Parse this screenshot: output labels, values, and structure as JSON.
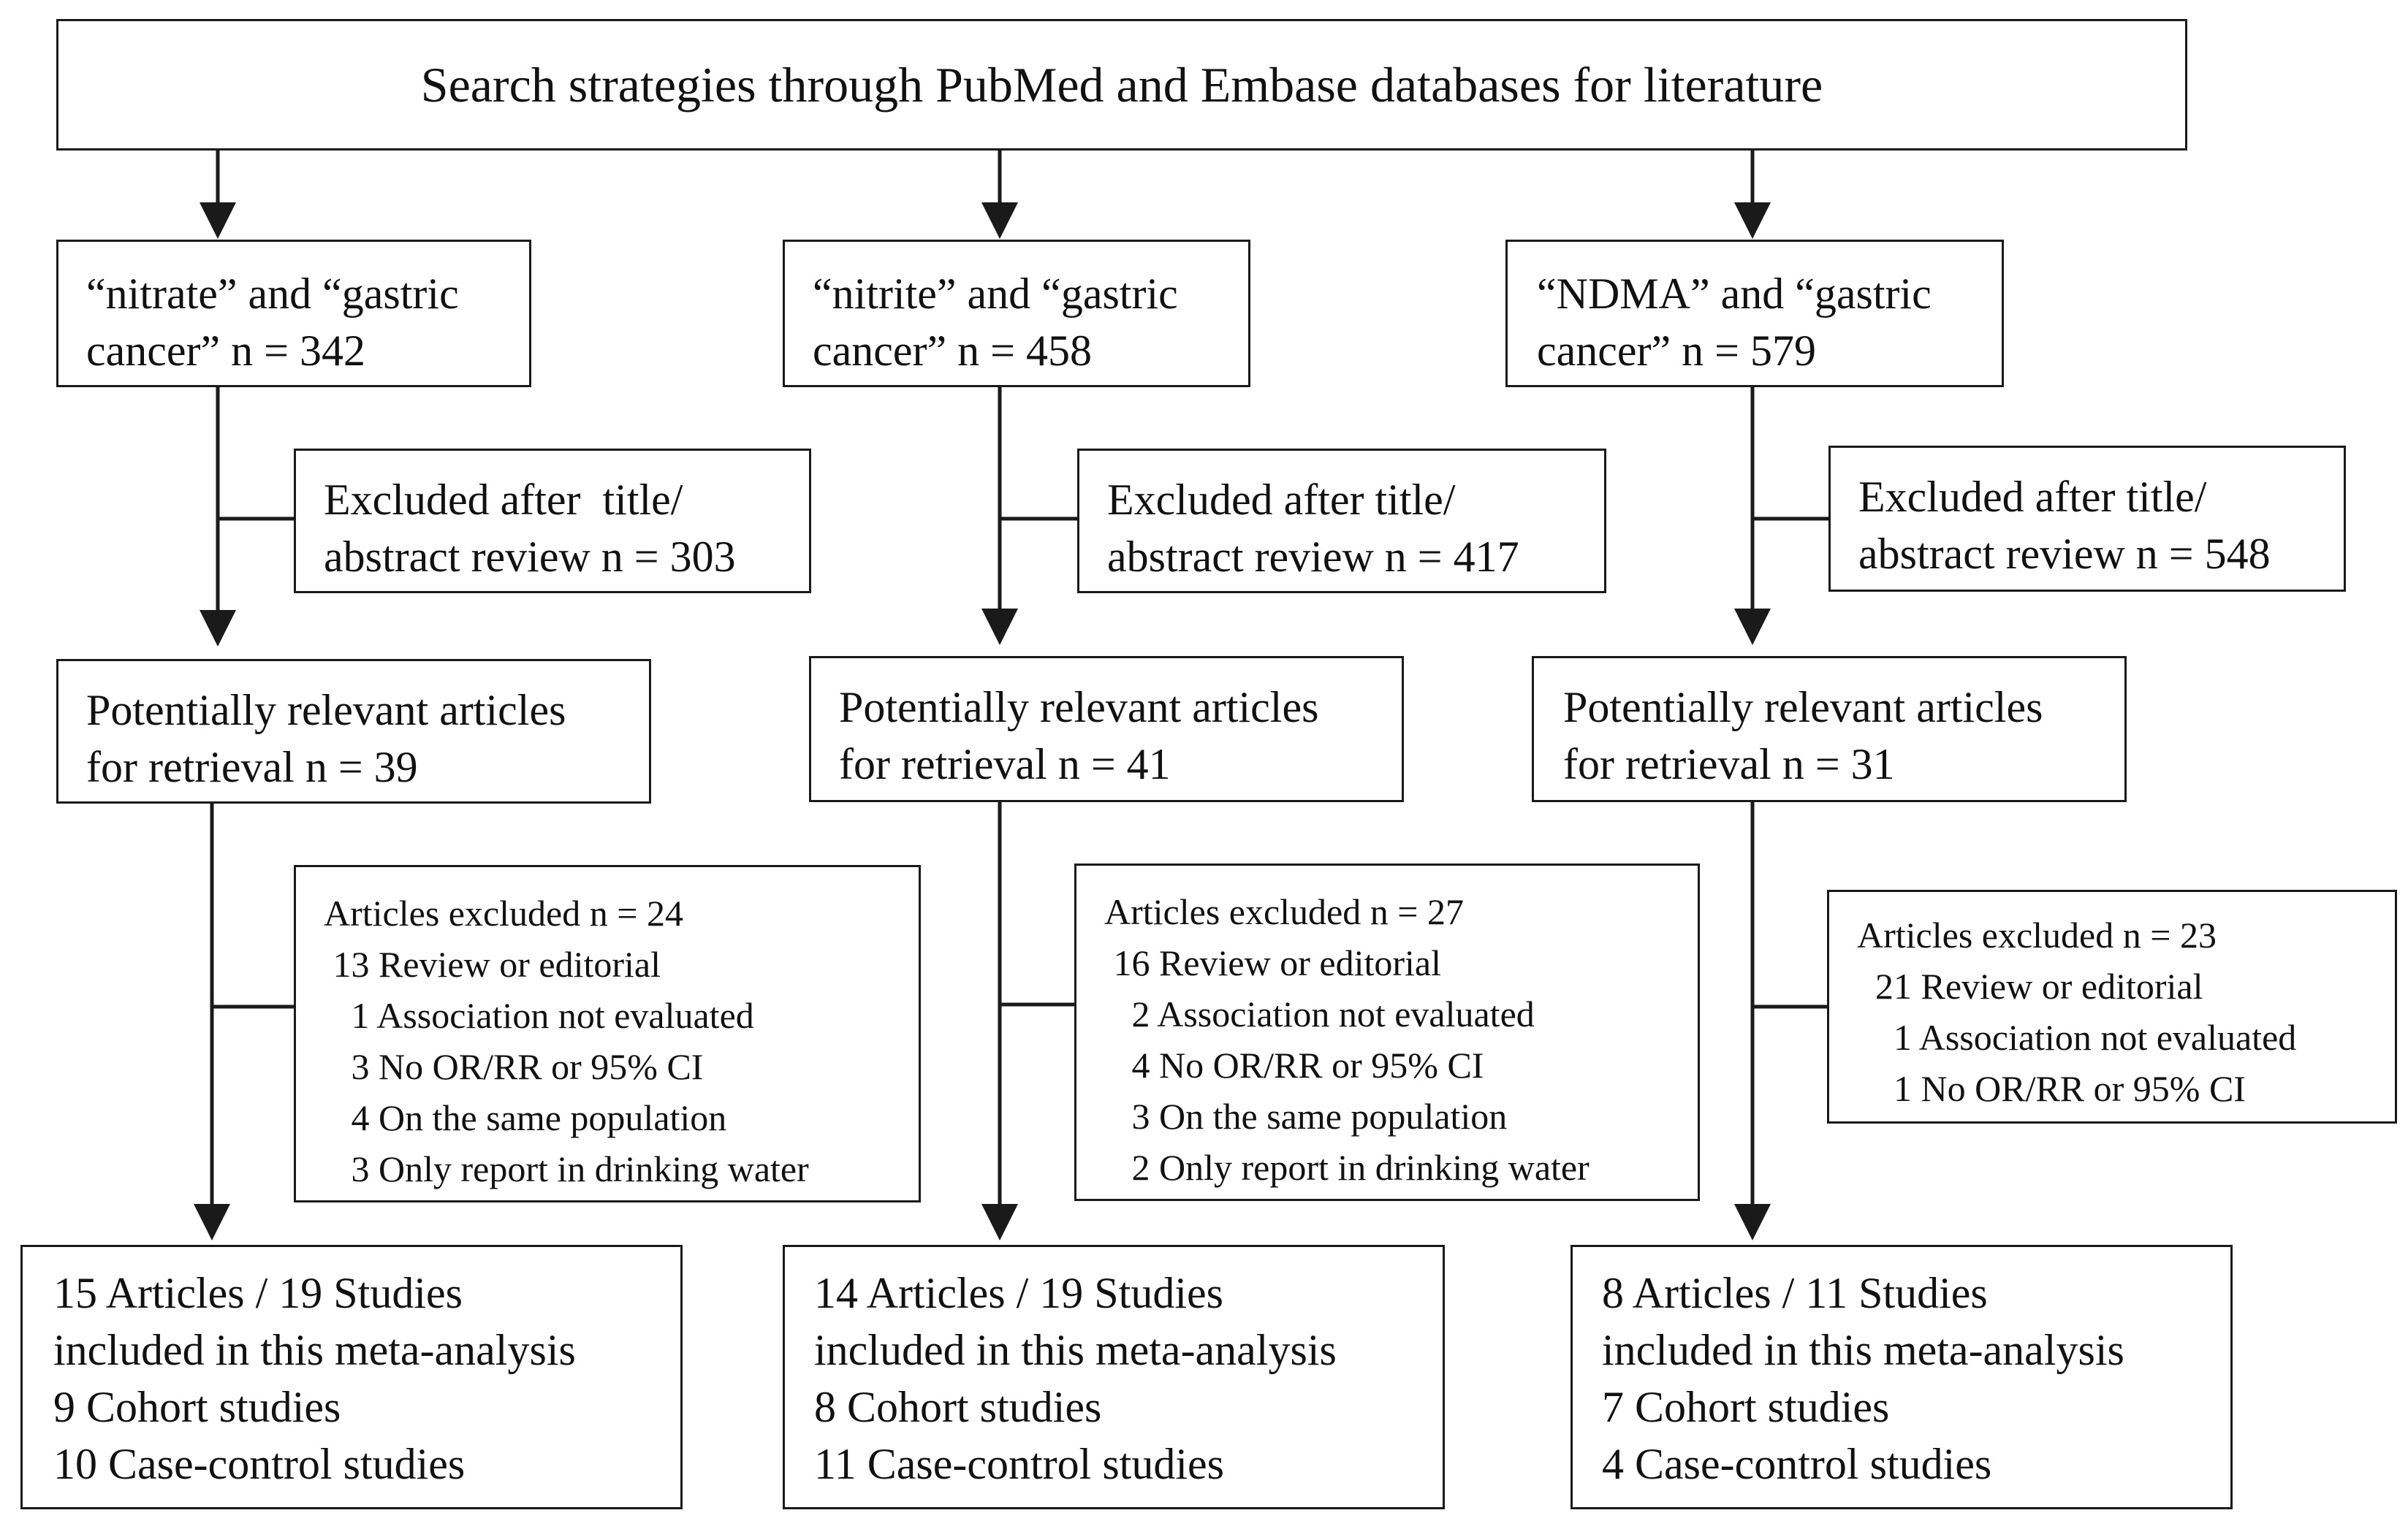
{
  "search": {
    "text": "Search strategies through PubMed and Embase databases for literature"
  },
  "columns": [
    {
      "query": [
        "“nitrate” and “gastric",
        "cancer” n = 342"
      ],
      "excluded_title": [
        "Excluded after  title/",
        "abstract review n = 303"
      ],
      "relevant": [
        "Potentially relevant articles",
        "for retrieval n = 39"
      ],
      "excluded_articles": [
        "Articles excluded n = 24",
        " 13 Review or editorial",
        "   1 Association not evaluated",
        "   3 No OR/RR or 95% CI",
        "   4 On the same population",
        "   3 Only report in drinking water"
      ],
      "included": [
        "15 Articles / 19 Studies",
        "included in this meta-analysis",
        "9 Cohort studies",
        "10 Case-control studies"
      ]
    },
    {
      "query": [
        "“nitrite” and “gastric",
        "cancer” n = 458"
      ],
      "excluded_title": [
        "Excluded after title/",
        "abstract review n = 417"
      ],
      "relevant": [
        "Potentially relevant articles",
        "for retrieval n = 41"
      ],
      "excluded_articles": [
        "Articles excluded n = 27",
        " 16 Review or editorial",
        "   2 Association not evaluated",
        "   4 No OR/RR or 95% CI",
        "   3 On the same population",
        "   2 Only report in drinking water"
      ],
      "included": [
        "14 Articles / 19 Studies",
        "included in this meta-analysis",
        "8 Cohort studies",
        "11 Case-control studies"
      ]
    },
    {
      "query": [
        "“NDMA” and “gastric",
        "cancer” n = 579"
      ],
      "excluded_title": [
        "Excluded after title/",
        "abstract review n = 548"
      ],
      "relevant": [
        "Potentially relevant articles",
        "for retrieval n = 31"
      ],
      "excluded_articles": [
        "Articles excluded n = 23",
        "  21 Review or editorial",
        "    1 Association not evaluated",
        "    1 No OR/RR or 95% CI"
      ],
      "included": [
        "8 Articles / 11 Studies",
        "included in this meta-analysis",
        "7 Cohort studies",
        "4 Case-control studies"
      ]
    }
  ]
}
